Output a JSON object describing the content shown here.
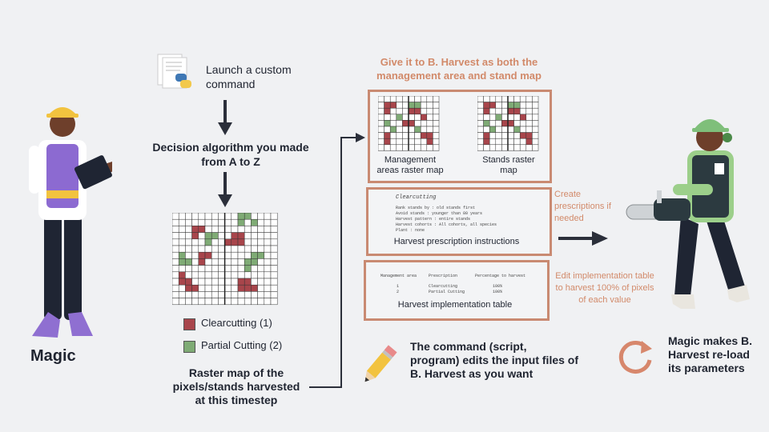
{
  "left_person": {
    "name": "Magic"
  },
  "launch": {
    "label": "Launch a custom command"
  },
  "decision": {
    "label": "Decision algorithm you made from A to Z"
  },
  "legend": {
    "clearcut": {
      "label": "Clearcutting (1)",
      "color": "#a8454b"
    },
    "partial": {
      "label": "Partial Cutting (2)",
      "color": "#7fab75"
    }
  },
  "raster_caption": "Raster map of the pixels/stands harvested at this timestep",
  "give_title": "Give it to B. Harvest as both the management area and stand map",
  "maps": {
    "management": "Management areas raster map",
    "stands": "Stands raster map"
  },
  "prescription": {
    "title": "Clearcutting",
    "lines": [
      "Rank stands by : old stands first",
      "Avoid stands : younger than 80 years",
      "Harvest pattern : entire stands",
      "Harvest cohorts : All cohorts, all species",
      "Plant : none"
    ],
    "caption": "Harvest prescription instructions"
  },
  "create_note": "Create prescriptions if needed",
  "implementation": {
    "headers": [
      "Management area",
      "Prescription",
      "Percentage to harvest"
    ],
    "rows": [
      [
        "1",
        "Clearcutting",
        "100%"
      ],
      [
        "2",
        "Partial Cutting",
        "100%"
      ]
    ],
    "caption": "Harvest implementation table"
  },
  "edit_note": "Edit implementation table to harvest 100% of pixels of each value",
  "command_note": "The command (script, program) edits the input files of B. Harvest as you want",
  "reload_note": "Magic makes B. Harvest re-load its parameters",
  "colors": {
    "accent": "#c98a72",
    "arrow": "#2b2f3a",
    "reload": "#d7876c"
  }
}
